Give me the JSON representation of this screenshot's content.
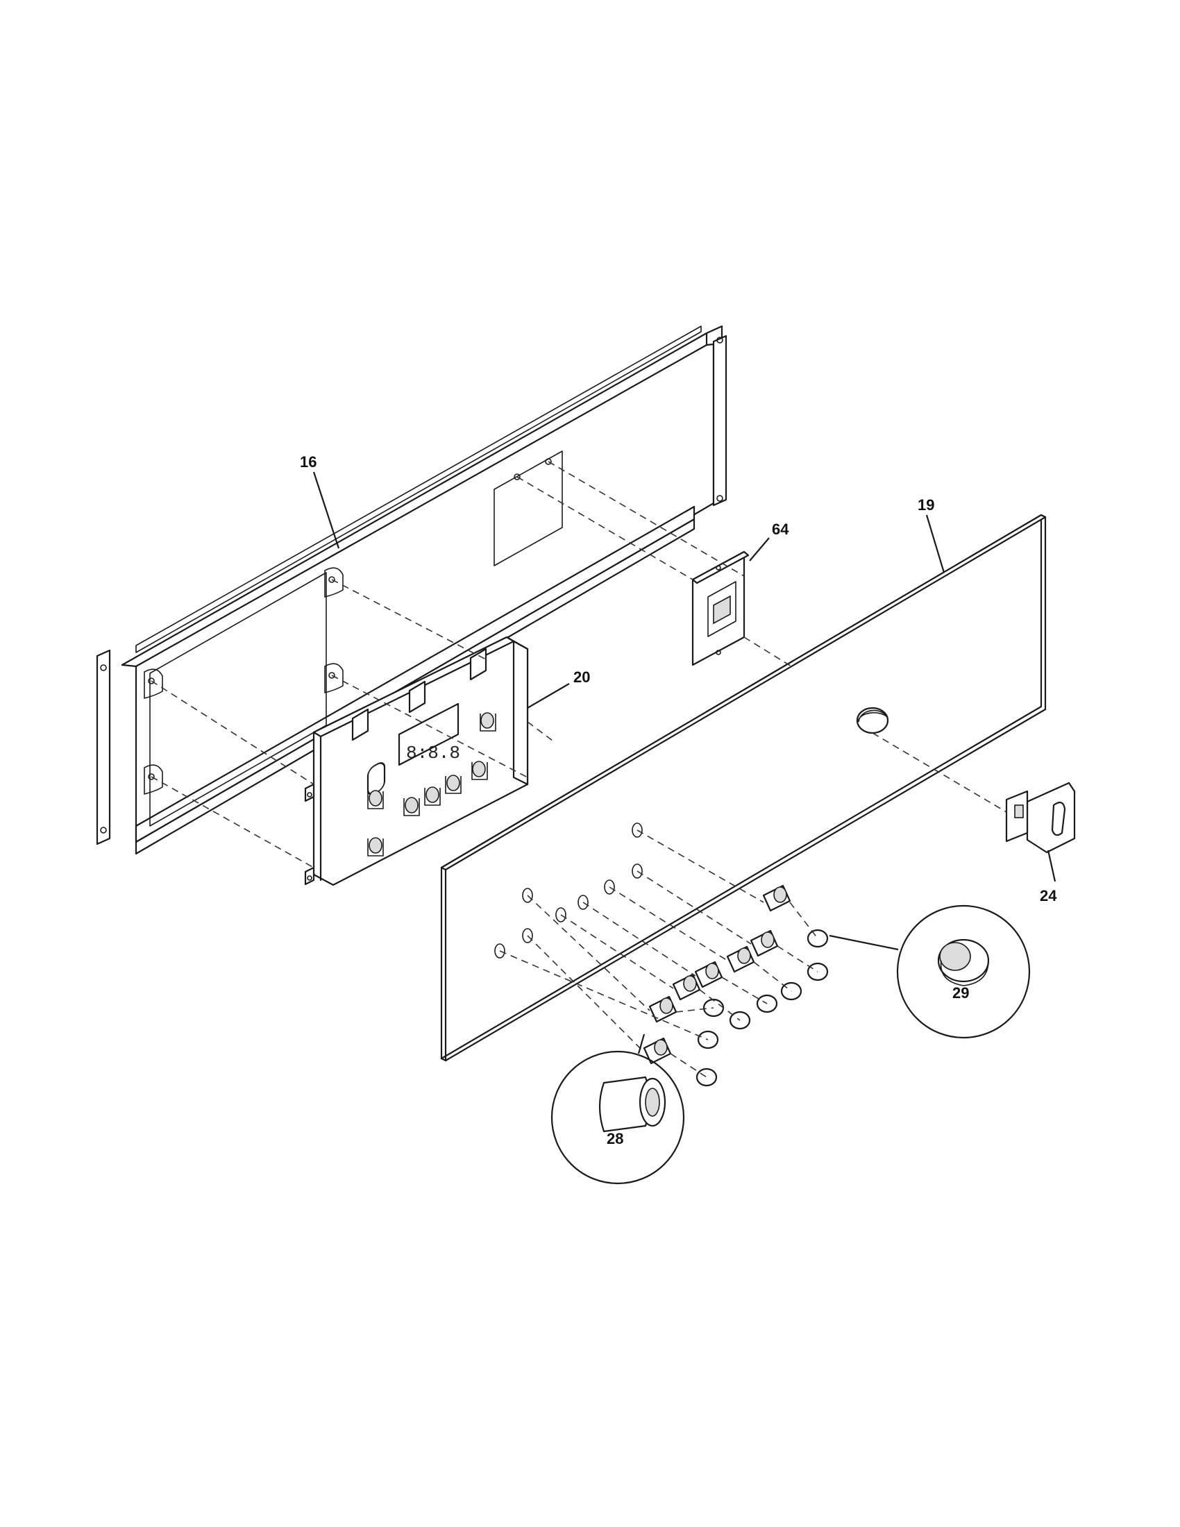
{
  "callouts": {
    "part_16": "16",
    "part_19": "19",
    "part_20": "20",
    "part_24": "24",
    "part_28": "28",
    "part_29": "29",
    "part_64": "64"
  }
}
